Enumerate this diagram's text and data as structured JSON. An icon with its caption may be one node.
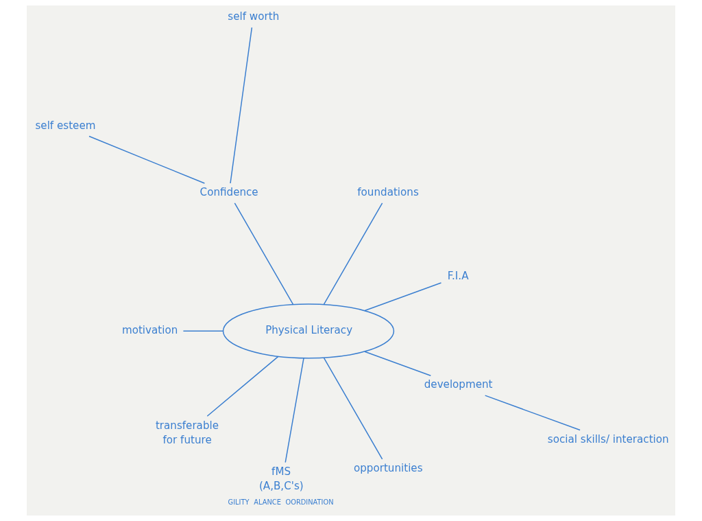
{
  "diagram": {
    "nodes": [
      {
        "text": [
          "Physical Literacy"
        ]
      },
      {
        "text": [
          "F.I.A"
        ]
      },
      {
        "text": [
          "foundations"
        ]
      },
      {
        "text": [
          "Confidence"
        ]
      },
      {
        "text": [
          "self worth"
        ]
      },
      {
        "text": [
          "self esteem"
        ]
      },
      {
        "text": [
          "motivation"
        ]
      },
      {
        "text": [
          "transferable",
          "for future"
        ]
      },
      {
        "text": [
          "fMS",
          "(A,B,C's)"
        ],
        "beside": [
          "GILITY",
          "ALANCE",
          "OORDINATION"
        ]
      },
      {
        "text": [
          "opportunities"
        ]
      },
      {
        "text": [
          "development"
        ]
      },
      {
        "text": [
          "social skills/ interaction"
        ]
      }
    ],
    "edges": [
      {
        "from": 0,
        "to": 1,
        "arrow": "none"
      },
      {
        "from": 0,
        "to": 2,
        "arrow": "none"
      },
      {
        "from": 0,
        "to": 3,
        "arrow": "none"
      },
      {
        "from": 3,
        "to": 4,
        "arrow": "none"
      },
      {
        "from": 3,
        "to": 5,
        "arrow": "none"
      },
      {
        "from": 0,
        "to": 6,
        "arrow": "none"
      },
      {
        "from": 0,
        "to": 7,
        "arrow": "none"
      },
      {
        "from": 0,
        "to": 8,
        "arrow": "none"
      },
      {
        "from": 0,
        "to": 9,
        "arrow": "none"
      },
      {
        "from": 0,
        "to": 10,
        "arrow": "none"
      },
      {
        "from": 10,
        "to": 11,
        "arrow": "none"
      }
    ]
  }
}
